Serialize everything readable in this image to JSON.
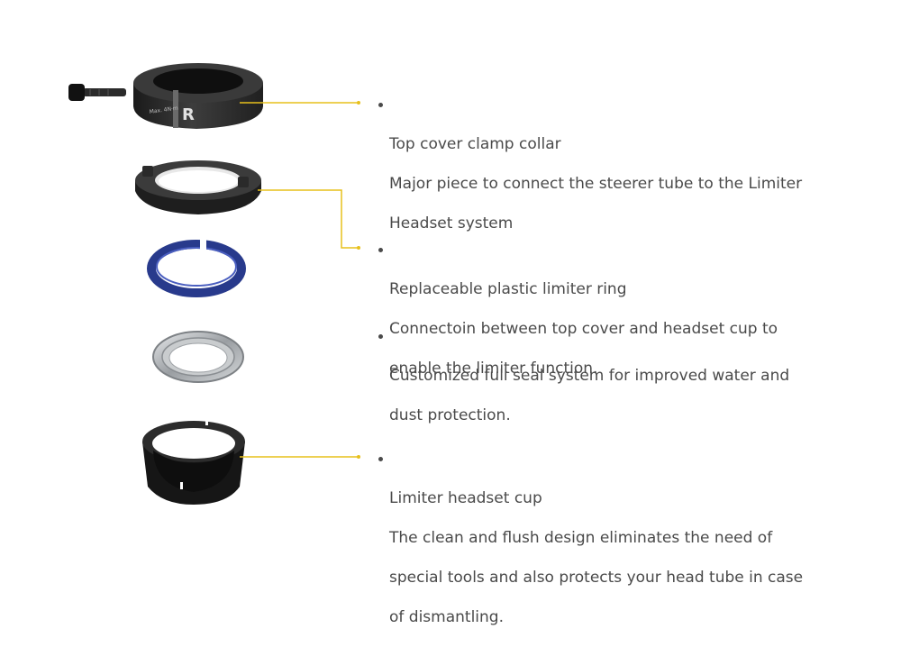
{
  "colors": {
    "leader": "#e7c01c",
    "text": "#4a4a4a",
    "part_dark": "#2a2a2a",
    "ring_blue": "#283a8c",
    "bearing_silver": "#b9bcbf"
  },
  "parts": [
    {
      "id": "top-cover-clamp-collar",
      "marking": "Max. 4N·m",
      "logo": "R"
    },
    {
      "id": "top-cover"
    },
    {
      "id": "limiter-ring"
    },
    {
      "id": "seal-bearing"
    },
    {
      "id": "headset-cup"
    }
  ],
  "callouts": [
    {
      "title": "Top cover clamp collar",
      "desc_lines": [
        "Major piece to connect the steerer tube to the Limiter",
        "Headset system"
      ]
    },
    {
      "title": "Replaceable plastic limiter ring",
      "desc_lines": [
        "Connectoin between top cover and headset cup to",
        "enable the limiter function."
      ]
    },
    {
      "title": "Customized full seal system for improved water and",
      "desc_lines": [
        "dust protection."
      ]
    },
    {
      "title": "Limiter headset cup",
      "desc_lines": [
        "The clean and flush design eliminates the need of",
        "special tools and also protects your head tube in case",
        "of dismantling."
      ]
    }
  ]
}
